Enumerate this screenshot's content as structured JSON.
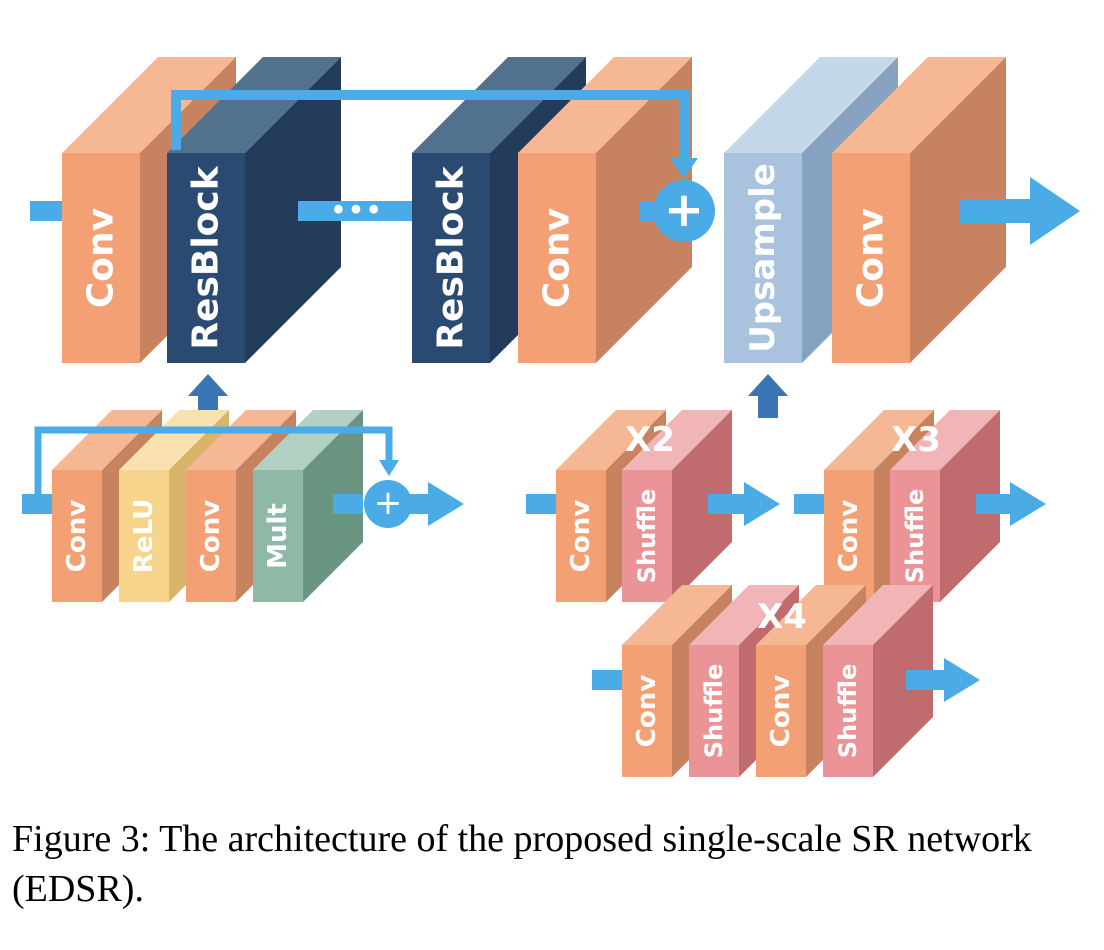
{
  "colors": {
    "conv": "#f2a074",
    "resblock": "#2a4a72",
    "upsample": "#a9c3df",
    "relu": "#f7d48c",
    "mult": "#8fb9a6",
    "shuffle": "#ea9497",
    "arrow": "#4aabe6",
    "arrow_dark": "#3b74b4"
  },
  "main": {
    "conv1": "Conv",
    "resblock1": "ResBlock",
    "dots": "•••",
    "resblock2": "ResBlock",
    "conv2": "Conv",
    "plus": "+",
    "upsample": "Upsample",
    "conv3": "Conv"
  },
  "resblock_detail": {
    "conv1": "Conv",
    "relu": "ReLU",
    "conv2": "Conv",
    "mult": "Mult",
    "plus": "+"
  },
  "upsample_x2": {
    "scale": "X2",
    "conv": "Conv",
    "shuffle": "Shuffle"
  },
  "upsample_x3": {
    "scale": "X3",
    "conv": "Conv",
    "shuffle": "Shuffle"
  },
  "upsample_x4": {
    "scale": "X4",
    "conv1": "Conv",
    "shuffle1": "Shuffle",
    "conv2": "Conv",
    "shuffle2": "Shuffle"
  },
  "caption": "Figure 3: The architecture of the proposed single-scale SR network (EDSR)."
}
